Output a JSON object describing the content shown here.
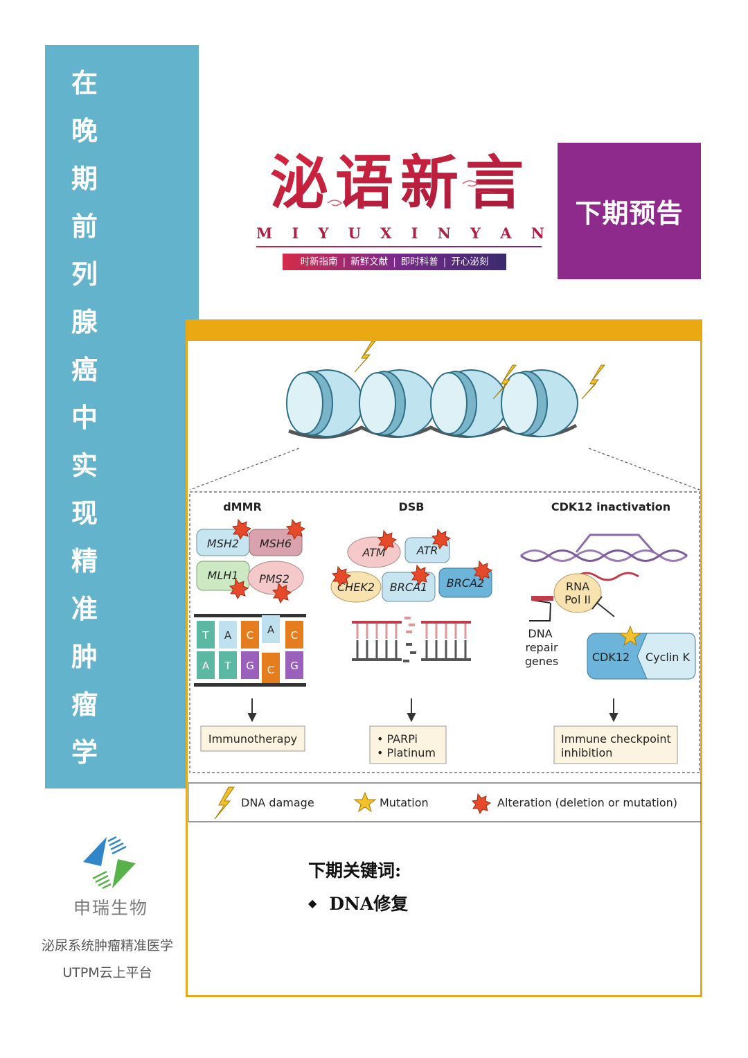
{
  "sidebar": {
    "title_chars": [
      "在",
      "晚",
      "期",
      "前",
      "列",
      "腺",
      "癌",
      "中",
      "实",
      "现",
      "精",
      "准",
      "肿",
      "瘤",
      "学"
    ],
    "color": "#64b3cc"
  },
  "brand": {
    "name_cn": "泌语新言",
    "name_en": [
      "M",
      "I",
      "Y",
      "U",
      "X",
      "I",
      "N",
      "Y",
      "A",
      "N"
    ],
    "tagline": [
      "时新指南",
      "新鲜文献",
      "即时科普",
      "开心泌刻"
    ],
    "color": "#b01e45"
  },
  "preview_label": "下期预告",
  "figure": {
    "panels": [
      {
        "title": "dMMR",
        "proteins": [
          "MSH2",
          "MSH6",
          "MLH1",
          "PMS2"
        ],
        "bases_top": [
          "T",
          "A",
          "C",
          "A",
          "C"
        ],
        "bases_bottom": [
          "A",
          "T",
          "G",
          "C",
          "G"
        ],
        "therapy": "Immunotherapy"
      },
      {
        "title": "DSB",
        "proteins": [
          "ATM",
          "ATR",
          "CHEK2",
          "BRCA1",
          "BRCA2"
        ],
        "therapy_items": [
          "PARPi",
          "Platinum"
        ]
      },
      {
        "title": "CDK12 inactivation",
        "rna_pol": [
          "RNA",
          "Pol II"
        ],
        "dna_repair": [
          "DNA",
          "repair",
          "genes"
        ],
        "complex": [
          "CDK12",
          "Cyclin K"
        ],
        "therapy_lines": [
          "Immune checkpoint",
          "inhibition"
        ]
      }
    ],
    "legend": [
      "DNA damage",
      "Mutation",
      "Alteration (deletion or mutation)"
    ]
  },
  "keywords": {
    "title": "下期关键词:",
    "items": [
      "DNA修复"
    ]
  },
  "company": {
    "name": "申瑞生物",
    "line1": "泌尿系统肿瘤精准医学",
    "line2": "UTPM云上平台"
  },
  "colors": {
    "accent_orange": "#eaa912",
    "purple": "#8e2a8c"
  }
}
